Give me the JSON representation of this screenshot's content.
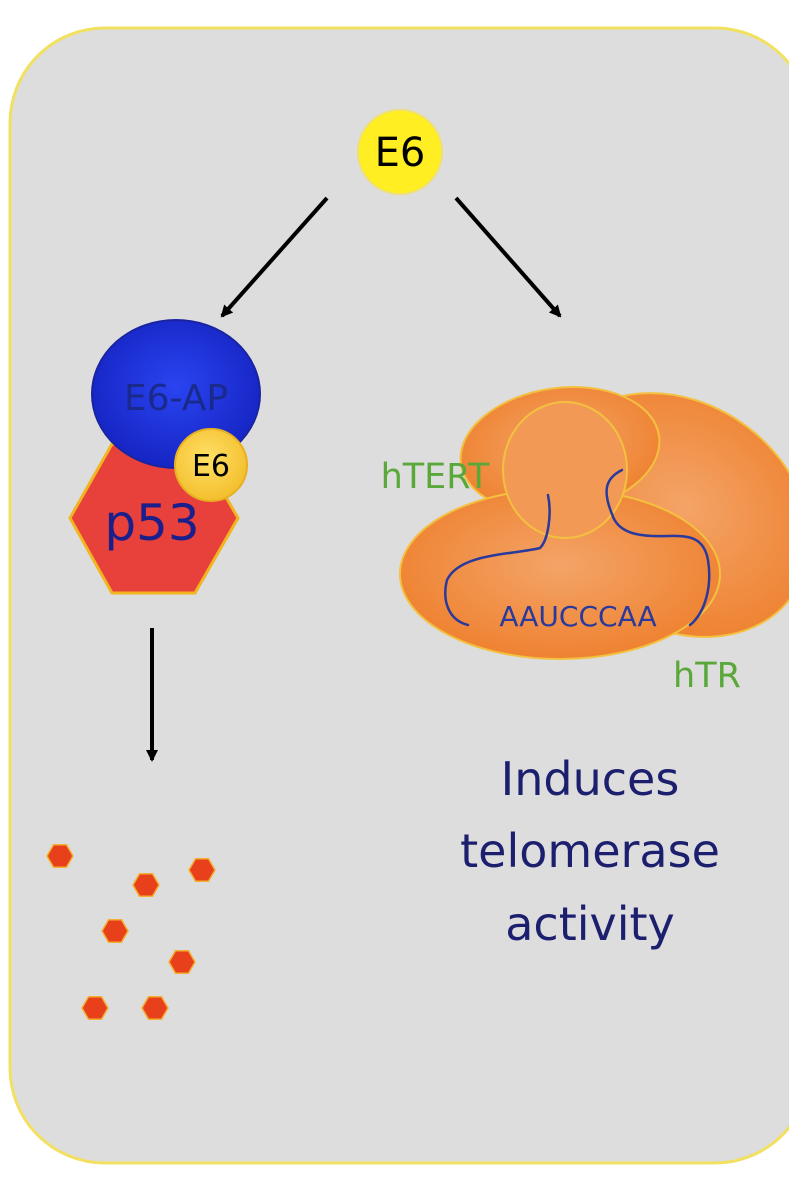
{
  "labels": {
    "e6_top": "E6",
    "e6ap": "E6-AP",
    "e6_small": "E6",
    "p53": "p53",
    "htert": "hTERT",
    "sequence": "AAUCCCAA",
    "htr": "hTR",
    "caption_lines": [
      "Induces",
      "telomerase",
      "activity"
    ]
  },
  "colors": {
    "panel_fill": "#dddddd",
    "panel_border": "#f2e060",
    "e6_yellow": "#ffef22",
    "e6ap_blue": "#1a2fd6",
    "e6ap_text": "#1a2a8c",
    "p53_red": "#e8403a",
    "p53_text": "#1a1f8c",
    "degraded_red": "#e8401a",
    "telomerase_orange": "#ef8a3a",
    "green_text": "#5aa83a",
    "rna_blue": "#2a3a9c",
    "caption_navy": "#1c1f6e"
  },
  "degraded_fragment_count": 7
}
